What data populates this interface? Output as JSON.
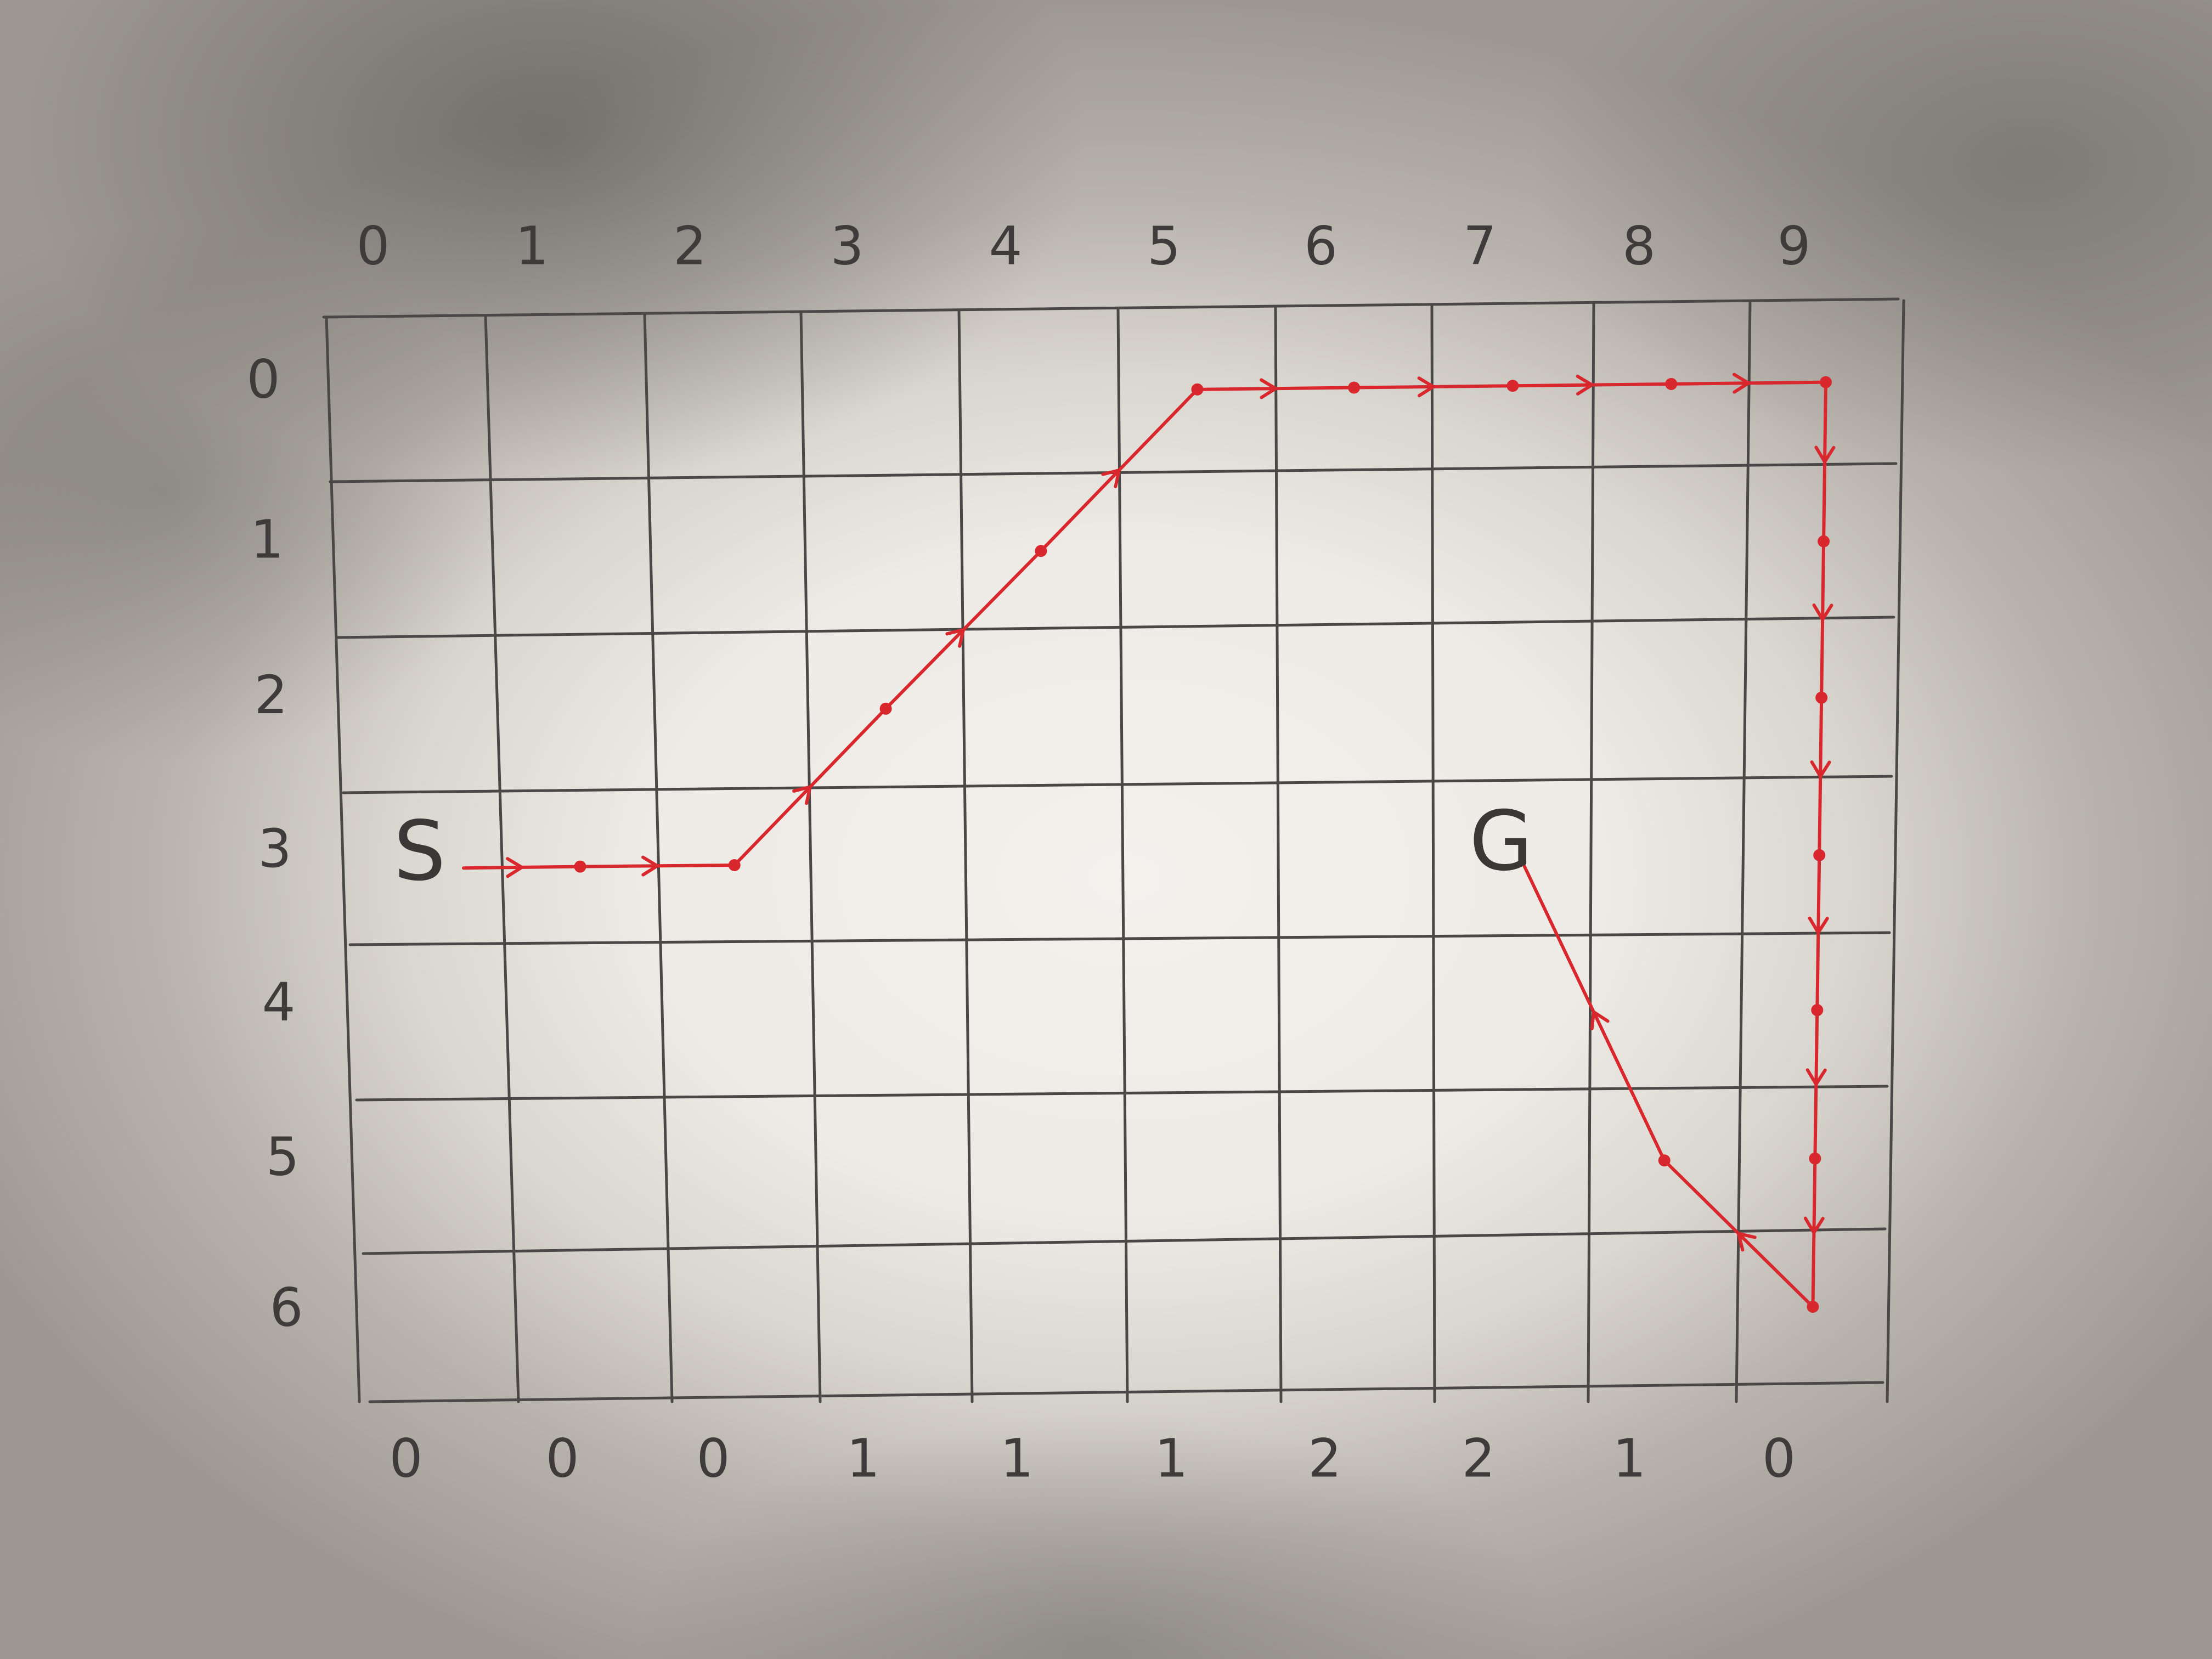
{
  "grid": {
    "cols": 10,
    "rows": 7
  },
  "col_labels": [
    "0",
    "1",
    "2",
    "3",
    "4",
    "5",
    "6",
    "7",
    "8",
    "9"
  ],
  "row_labels": [
    "0",
    "1",
    "2",
    "3",
    "4",
    "5",
    "6"
  ],
  "bottom_values": [
    "0",
    "0",
    "0",
    "1",
    "1",
    "1",
    "2",
    "2",
    "1",
    "0"
  ],
  "start": {
    "label": "S",
    "col": 0,
    "row": 3
  },
  "goal": {
    "label": "G",
    "col": 7,
    "row": 3
  },
  "path_cells": [
    [
      0,
      3
    ],
    [
      1,
      3
    ],
    [
      2,
      3
    ],
    [
      3,
      2
    ],
    [
      4,
      1
    ],
    [
      5,
      0
    ],
    [
      6,
      0
    ],
    [
      7,
      0
    ],
    [
      8,
      0
    ],
    [
      9,
      0
    ],
    [
      9,
      1
    ],
    [
      9,
      2
    ],
    [
      9,
      3
    ],
    [
      9,
      4
    ],
    [
      9,
      5
    ],
    [
      9,
      6
    ],
    [
      8,
      5
    ],
    [
      7,
      3
    ]
  ],
  "colors": {
    "grid": "#4a4846",
    "path": "#d8282e",
    "paper": "#eeebe6"
  }
}
